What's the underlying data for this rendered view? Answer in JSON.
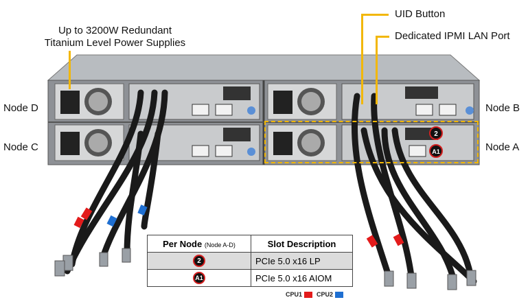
{
  "callouts": {
    "psu_line1": "Up to 3200W Redundant",
    "psu_line2": "Titanium Level Power Supplies",
    "uid": "UID Button",
    "ipmi": "Dedicated IPMI LAN Port"
  },
  "nodes": {
    "d": "Node D",
    "c": "Node C",
    "b": "Node B",
    "a": "Node A"
  },
  "table": {
    "col1_main": "Per Node",
    "col1_sub": "(Node A-D)",
    "col2": "Slot Description",
    "rows": [
      {
        "badge": "2",
        "desc": "PCIe 5.0 x16 LP"
      },
      {
        "badge": "A1",
        "desc": "PCIe 5.0 x16 AIOM"
      }
    ]
  },
  "legend": {
    "cpu1": "CPU1",
    "cpu2": "CPU2",
    "cpu1_color": "#e31b1b",
    "cpu2_color": "#1f6fd1"
  },
  "colors": {
    "accent": "#f2b705"
  }
}
